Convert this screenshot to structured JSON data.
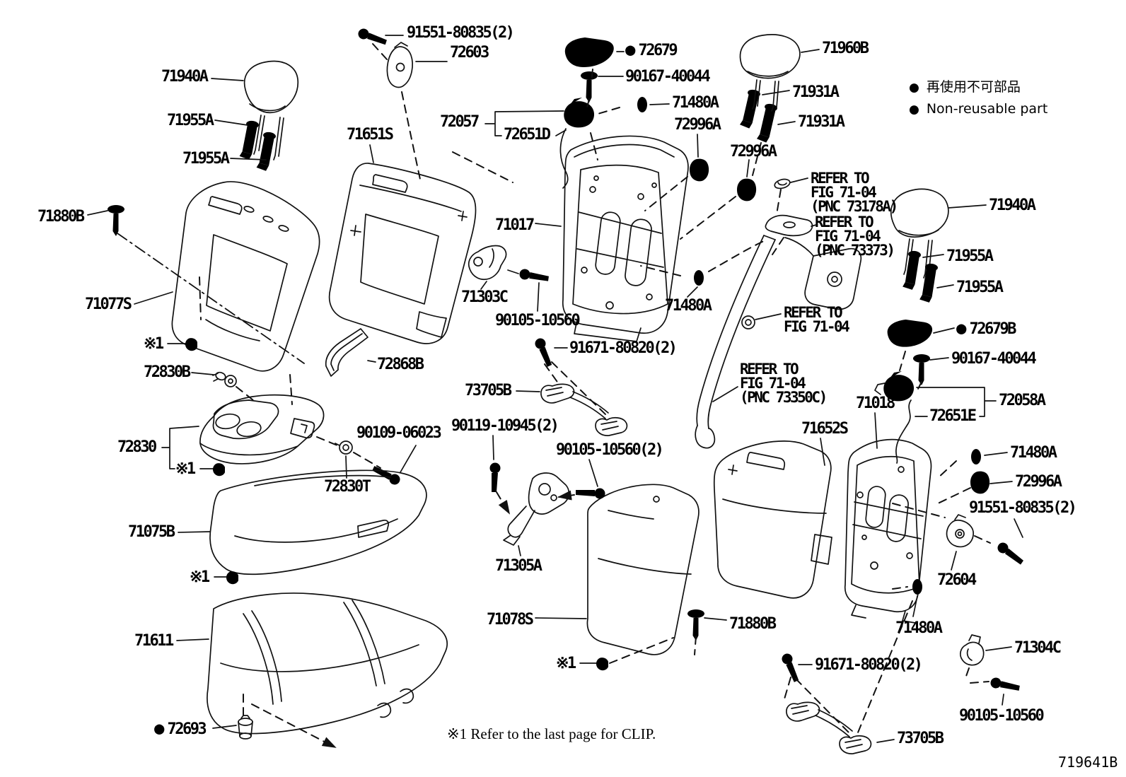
{
  "document": {
    "drawing_id": "719641B",
    "footnote": "※1 Refer to the last page for CLIP."
  },
  "legend": {
    "jp": "再使用不可部品",
    "en": "Non-reusable part"
  },
  "sym": {
    "bullet": "●",
    "ref1": "※1"
  },
  "parts": {
    "p71017": "71017",
    "p71018": "71018",
    "p71075b": "71075B",
    "p71077s": "71077S",
    "p71078s": "71078S",
    "p71303c": "71303C",
    "p71304c": "71304C",
    "p71305a": "71305A",
    "p71480a": "71480A",
    "p71611": "71611",
    "p71651s": "71651S",
    "p71652s": "71652S",
    "p71880b": "71880B",
    "p71931a": "71931A",
    "p71940a": "71940A",
    "p71955a": "71955A",
    "p71960b": "71960B",
    "p72057": "72057",
    "p72058a": "72058A",
    "p72603": "72603",
    "p72604": "72604",
    "p72651d": "72651D",
    "p72651e": "72651E",
    "p72679": "72679",
    "p72679b": "72679B",
    "p72693": "72693",
    "p72830": "72830",
    "p72830b": "72830B",
    "p72830t": "72830T",
    "p72868b": "72868B",
    "p72996a": "72996A",
    "p73705b": "73705B",
    "p90105_10560": "90105-10560",
    "p90105_10560_2": "90105-10560(2)",
    "p90109_06023": "90109-06023",
    "p90119_10945_2": "90119-10945(2)",
    "p90167_40044": "90167-40044",
    "p91551_80835_2": "91551-80835(2)",
    "p91671_80820_2": "91671-80820(2)"
  },
  "refs": {
    "refer_to": "REFER TO",
    "fig": "FIG 71-04",
    "pnc_73178a": "(PNC 73178A)",
    "pnc_73373": "(PNC 73373)",
    "pnc_73350c": "(PNC 73350C)"
  }
}
